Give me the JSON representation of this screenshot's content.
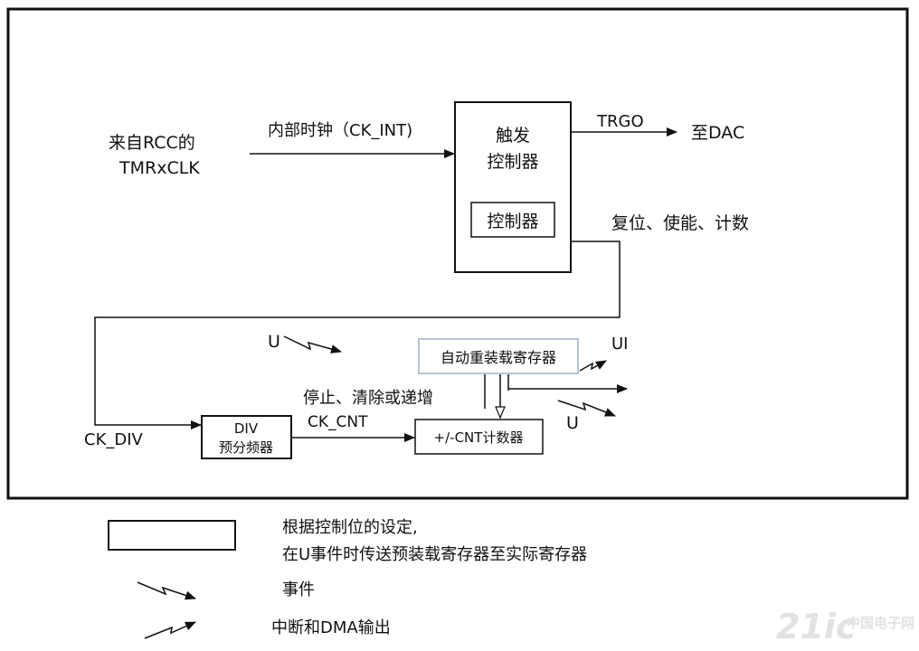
{
  "blocks": {
    "rcc_line1": "来自RCC的",
    "rcc_line2": "TMRxCLK",
    "ck_int": "内部时钟（CK_INT)",
    "trigger_line1": "触发",
    "trigger_line2": "控制器",
    "controller": "控制器",
    "trgo": "TRGO",
    "to_dac": "至DAC",
    "reset_enable_count": "复位、使能、计数",
    "u_top": "U",
    "auto_reload": "自动重装载寄存器",
    "ui": "UI",
    "stop_clear": "停止、清除或递增",
    "ck_cnt": "CK_CNT",
    "u_right": "U",
    "ck_div": "CK_DIV",
    "div_line1": "DIV",
    "div_line2": "预分频器",
    "counter": "+/-CNT计数器"
  },
  "legend": {
    "box_desc_line1": "根据控制位的设定,",
    "box_desc_line2": "在U事件时传送预装载寄存器至实际寄存器",
    "event": "事件",
    "interrupt_dma": "中断和DMA输出"
  },
  "watermark": {
    "brand": "21ic",
    "site": "中国电子网"
  },
  "colors": {
    "line": "#111111",
    "register_border": "#b8c4d4",
    "watermark": "#e2e2e2"
  }
}
